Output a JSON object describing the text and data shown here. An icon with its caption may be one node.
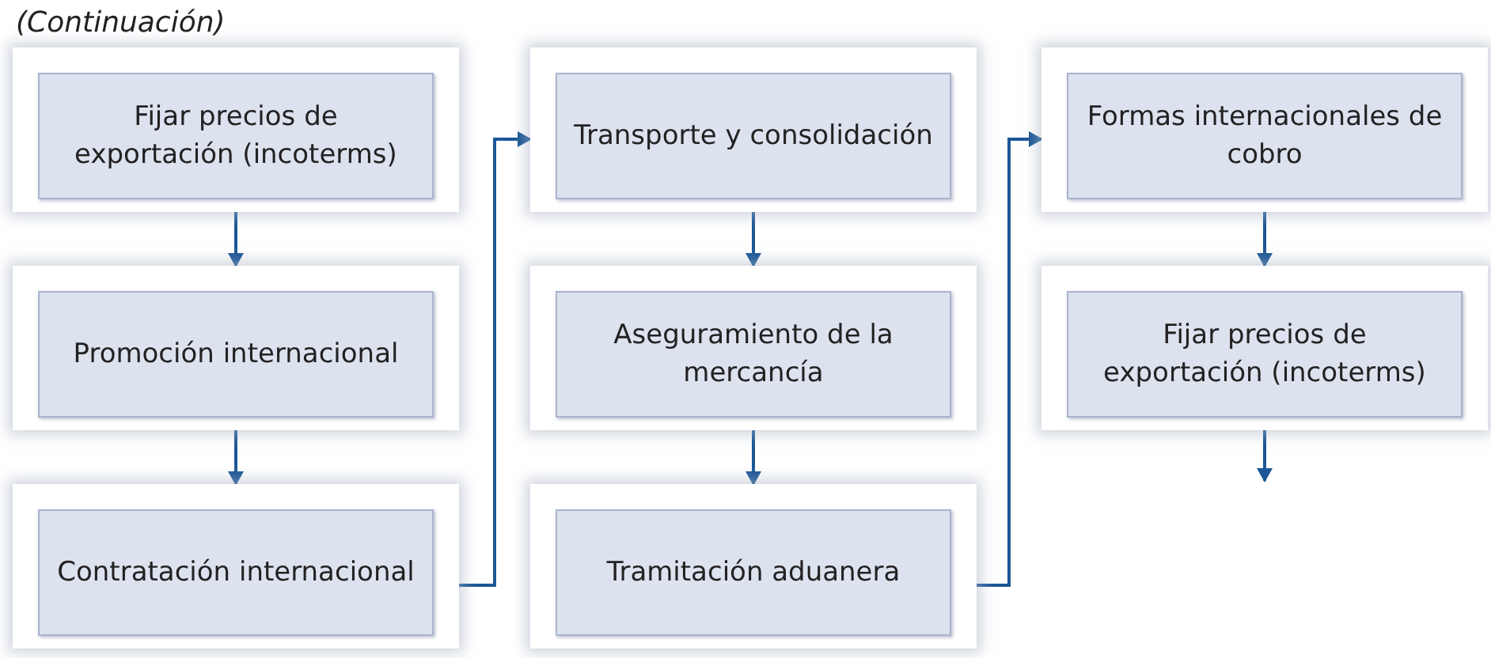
{
  "diagram": {
    "title": "(Continuación)",
    "nodes": [
      {
        "text": [
          "Fijar precios de exportación (incoterms)"
        ]
      },
      {
        "text": [
          "Promoción internacional"
        ]
      },
      {
        "text": [
          "Contratación internacional"
        ]
      },
      {
        "text": [
          "Transporte y consolidación"
        ]
      },
      {
        "text": [
          "Aseguramiento de la mercancía"
        ]
      },
      {
        "text": [
          "Tramitación aduanera"
        ]
      },
      {
        "text": [
          "Formas internacionales de cobro"
        ]
      },
      {
        "text": [
          "Fijar precios de exportación (incoterms)"
        ]
      }
    ],
    "edges": [
      {
        "from": 0,
        "to": 1,
        "arrow": "to"
      },
      {
        "from": 1,
        "to": 2,
        "arrow": "to"
      },
      {
        "from": 2,
        "to": 3,
        "arrow": "to"
      },
      {
        "from": 3,
        "to": 4,
        "arrow": "to"
      },
      {
        "from": 4,
        "to": 5,
        "arrow": "to"
      },
      {
        "from": 5,
        "to": 6,
        "arrow": "to"
      },
      {
        "from": 6,
        "to": 7,
        "arrow": "to"
      },
      {
        "from": 7,
        "to": null,
        "arrow": "to"
      }
    ]
  }
}
